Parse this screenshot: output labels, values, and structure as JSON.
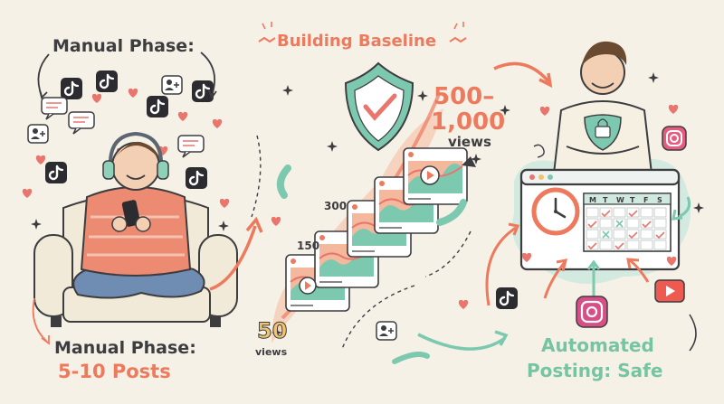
{
  "colors": {
    "background": "#f6f1e7",
    "coral": "#ee7a5e",
    "teal": "#77c4a3",
    "ink": "#3d3d40",
    "shield": "#7cc9b0",
    "heart": "#e9756d",
    "sweater": "#ec8a72",
    "jeans": "#6f8cb2"
  },
  "left": {
    "top_heading": "Manual Phase:",
    "bottom_heading": "Manual Phase:",
    "posts_label": "5-10 Posts"
  },
  "middle": {
    "title": "Building Baseline",
    "start_count": "50",
    "start_unit": "views",
    "step_1": "150",
    "step_2": "300",
    "goal_count_1": "500–",
    "goal_count_2": "1,000",
    "goal_unit": "views"
  },
  "right": {
    "caption_line_1": "Automated",
    "caption_line_2": "Posting: Safe",
    "calendar_days": [
      "M",
      "T",
      "W",
      "T",
      "F",
      "S"
    ]
  },
  "icons": [
    "tiktok-icon",
    "instagram-icon",
    "youtube-icon",
    "heart-icon",
    "chat-bubble-icon",
    "add-user-icon",
    "shield-check-icon",
    "clock-icon",
    "calendar-icon",
    "lock-icon",
    "play-icon"
  ]
}
